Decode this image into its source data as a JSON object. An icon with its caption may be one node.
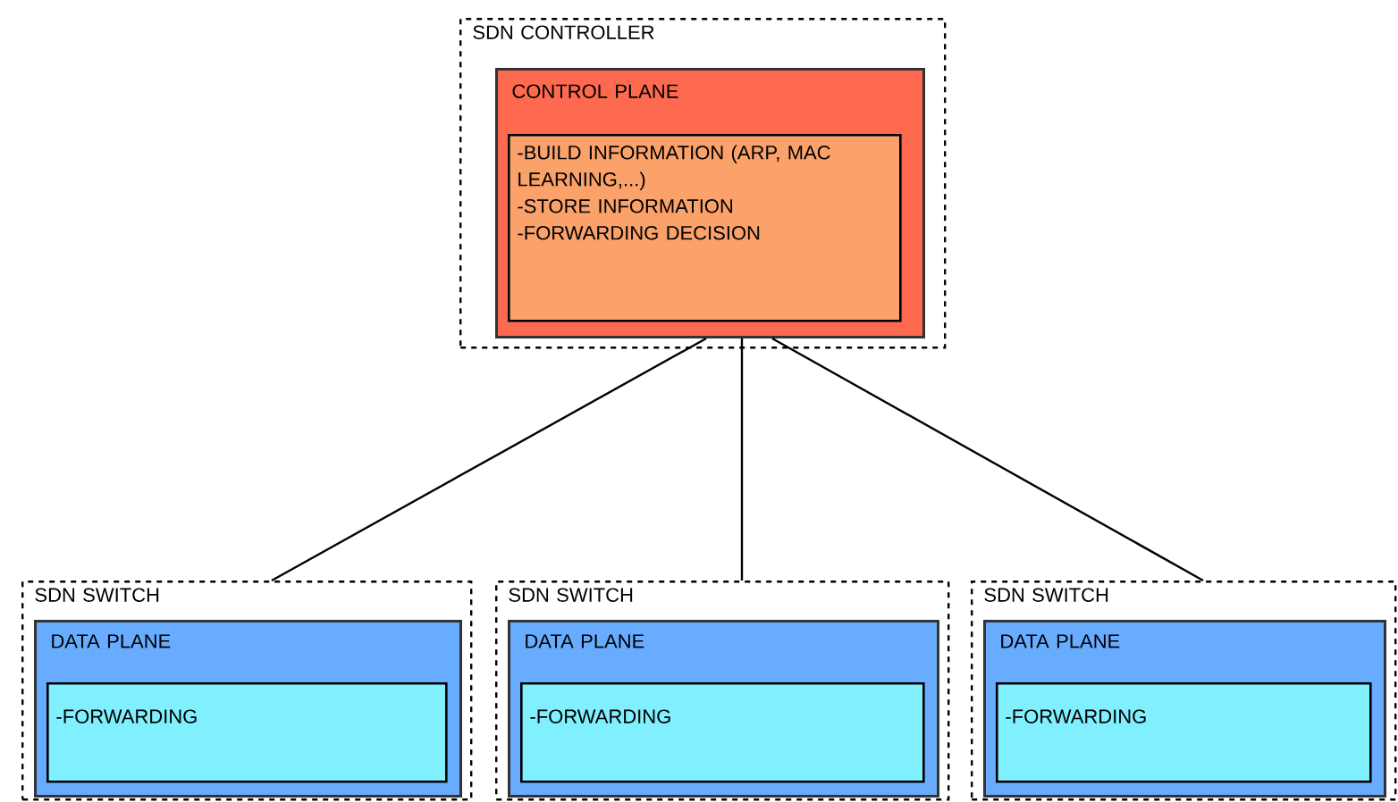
{
  "diagram": {
    "nodes": [
      {
        "text": [
          "SDN CONTROLLER"
        ]
      },
      {
        "text": [
          "CONTROL PLANE"
        ],
        "in": 0
      },
      {
        "text": [
          "-BUILD INFORMATION (ARP, MAC LEARNING,...)",
          "-STORE INFORMATION",
          "-FORWARDING DECISION"
        ],
        "in": 1
      },
      {
        "text": [
          "SDN SWITCH"
        ]
      },
      {
        "text": [
          "DATA PLANE"
        ],
        "in": 3
      },
      {
        "text": [
          "-FORWARDING"
        ],
        "in": 4
      },
      {
        "text": [
          "SDN SWITCH"
        ]
      },
      {
        "text": [
          "DATA PLANE"
        ],
        "in": 6
      },
      {
        "text": [
          "-FORWARDING"
        ],
        "in": 7
      },
      {
        "text": [
          "SDN SWITCH"
        ]
      },
      {
        "text": [
          "DATA PLANE"
        ],
        "in": 9
      },
      {
        "text": [
          "-FORWARDING"
        ],
        "in": 10
      }
    ],
    "edges": [
      {
        "from": 1,
        "to": 3,
        "arrow": "none"
      },
      {
        "from": 1,
        "to": 6,
        "arrow": "none"
      },
      {
        "from": 1,
        "to": 9,
        "arrow": "none"
      }
    ]
  }
}
